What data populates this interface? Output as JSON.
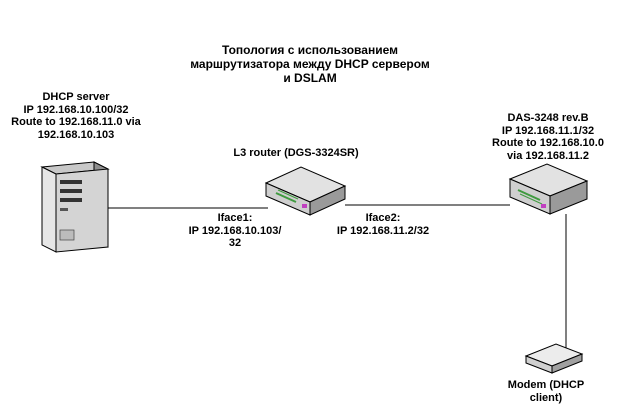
{
  "title": {
    "line1": "Топология с использованием",
    "line2": "маршрутизатора между DHCP сервером",
    "line3": "и DSLAM"
  },
  "dhcp_server": {
    "line1": "DHCP server",
    "line2": "IP 192.168.10.100/32",
    "line3": "Route to 192.168.11.0 via",
    "line4": "192.168.10.103"
  },
  "router": {
    "label": "L3 router (DGS-3324SR)"
  },
  "iface1": {
    "line1": "Iface1:",
    "line2": "IP 192.168.10.103/",
    "line3": "32"
  },
  "iface2": {
    "line1": "Iface2:",
    "line2": "IP 192.168.11.2/32"
  },
  "dslam": {
    "line1": "DAS-3248 rev.B",
    "line2": "IP 192.168.11.1/32",
    "line3": "Route to 192.168.10.0",
    "line4": "via 192.168.11.2"
  },
  "modem": {
    "line1": "Modem (DHCP",
    "line2": "client)"
  },
  "colors": {
    "link": "#000000",
    "device_body": "#d9d9d9",
    "device_dark": "#8a8a8a",
    "port_green": "#3f9a3f",
    "port_magenta": "#c040c0"
  }
}
